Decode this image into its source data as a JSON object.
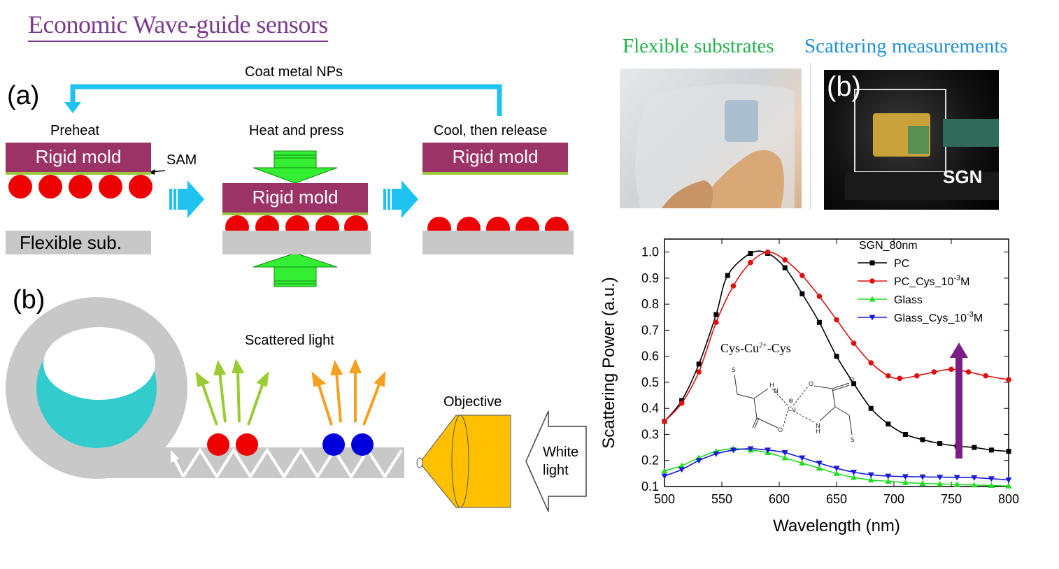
{
  "title": "Economic Wave-guide sensors",
  "headers": {
    "left": "Flexible substrates",
    "right": "Scattering measurements"
  },
  "panel_a": {
    "label": "(a)",
    "cycle_label": "Coat metal NPs",
    "steps": [
      "Preheat",
      "Heat and press",
      "Cool, then release"
    ],
    "mold_label": "Rigid mold",
    "sam_label": "SAM",
    "substrate_label": "Flexible sub."
  },
  "panel_b": {
    "label": "(b)",
    "scattered_label": "Scattered light",
    "objective_label": "Objective",
    "white_light_label": [
      "White",
      "light"
    ]
  },
  "photo_b": {
    "label": "(b)",
    "sgn_label": "SGN"
  },
  "molecule": {
    "label_base": "Cys-Cu",
    "label_sup": "2+",
    "label_tail": "-Cys",
    "atoms": {
      "s": "S",
      "h": "H",
      "n": "N",
      "o": "O",
      "cu": "Cu",
      "charge": "⊕"
    }
  },
  "colors": {
    "title": "#7a3b8f",
    "mold": "#9b3366",
    "sam": "#9bc83c",
    "substrate": "#c8c8c8",
    "np_red": "#ee0000",
    "np_blue": "#0000dd",
    "cyan_arrow": "#1fc3f0",
    "green_arrow": "#33ee33",
    "scatter_green": "#99cc33",
    "scatter_orange": "#f5a020",
    "objective": "#ffc000",
    "fiber_core": "#33cccc",
    "purple_arrow": "#7b1f86"
  },
  "chart_data": {
    "type": "line",
    "xlabel": "Wavelength (nm)",
    "ylabel": "Scattering Power (a.u.)",
    "xlim": [
      500,
      800
    ],
    "ylim": [
      0.1,
      1.05
    ],
    "xticks": [
      500,
      550,
      600,
      650,
      700,
      750,
      800
    ],
    "yticks": [
      0.1,
      0.2,
      0.3,
      0.4,
      0.5,
      0.6,
      0.7,
      0.8,
      0.9,
      1.0
    ],
    "legend_title": "SGN_80nm",
    "legend_position": "top-right",
    "series": [
      {
        "name": "PC",
        "legend_base": "PC",
        "legend_sup": "",
        "legend_tail": "",
        "color": "#000000",
        "marker": "square",
        "x": [
          500,
          515,
          530,
          545,
          555,
          575,
          590,
          605,
          620,
          635,
          650,
          665,
          680,
          695,
          710,
          725,
          740,
          755,
          770,
          785,
          800
        ],
        "y": [
          0.35,
          0.43,
          0.57,
          0.76,
          0.91,
          0.995,
          0.995,
          0.94,
          0.84,
          0.73,
          0.6,
          0.495,
          0.4,
          0.34,
          0.3,
          0.28,
          0.265,
          0.255,
          0.25,
          0.24,
          0.235
        ]
      },
      {
        "name": "PC_Cys_10-3M",
        "legend_base": "PC_Cys_10",
        "legend_sup": "-3",
        "legend_tail": "M",
        "color": "#dd1111",
        "marker": "circle",
        "x": [
          500,
          515,
          530,
          545,
          560,
          575,
          590,
          605,
          620,
          635,
          650,
          665,
          680,
          695,
          705,
          720,
          735,
          750,
          765,
          780,
          800
        ],
        "y": [
          0.35,
          0.42,
          0.54,
          0.73,
          0.87,
          0.96,
          1.0,
          0.97,
          0.91,
          0.83,
          0.74,
          0.65,
          0.575,
          0.525,
          0.515,
          0.525,
          0.54,
          0.55,
          0.54,
          0.525,
          0.51
        ]
      },
      {
        "name": "Glass",
        "legend_base": "Glass",
        "legend_sup": "",
        "legend_tail": "",
        "color": "#22dd22",
        "marker": "triangle-up",
        "x": [
          500,
          515,
          530,
          545,
          560,
          575,
          590,
          605,
          620,
          635,
          650,
          665,
          680,
          695,
          710,
          725,
          740,
          755,
          770,
          785,
          800
        ],
        "y": [
          0.16,
          0.18,
          0.21,
          0.235,
          0.245,
          0.24,
          0.23,
          0.21,
          0.19,
          0.17,
          0.15,
          0.135,
          0.125,
          0.12,
          0.115,
          0.112,
          0.11,
          0.108,
          0.106,
          0.104,
          0.102
        ]
      },
      {
        "name": "Glass_Cys_10-3M",
        "legend_base": "Glass_Cys_10",
        "legend_sup": "-3",
        "legend_tail": "M",
        "color": "#1a1ad8",
        "marker": "triangle-down",
        "x": [
          500,
          515,
          530,
          545,
          560,
          575,
          590,
          605,
          620,
          635,
          650,
          665,
          680,
          695,
          710,
          725,
          740,
          755,
          770,
          785,
          800
        ],
        "y": [
          0.14,
          0.165,
          0.2,
          0.225,
          0.24,
          0.245,
          0.24,
          0.23,
          0.21,
          0.19,
          0.17,
          0.155,
          0.145,
          0.14,
          0.138,
          0.137,
          0.136,
          0.135,
          0.134,
          0.13,
          0.125
        ]
      }
    ]
  }
}
